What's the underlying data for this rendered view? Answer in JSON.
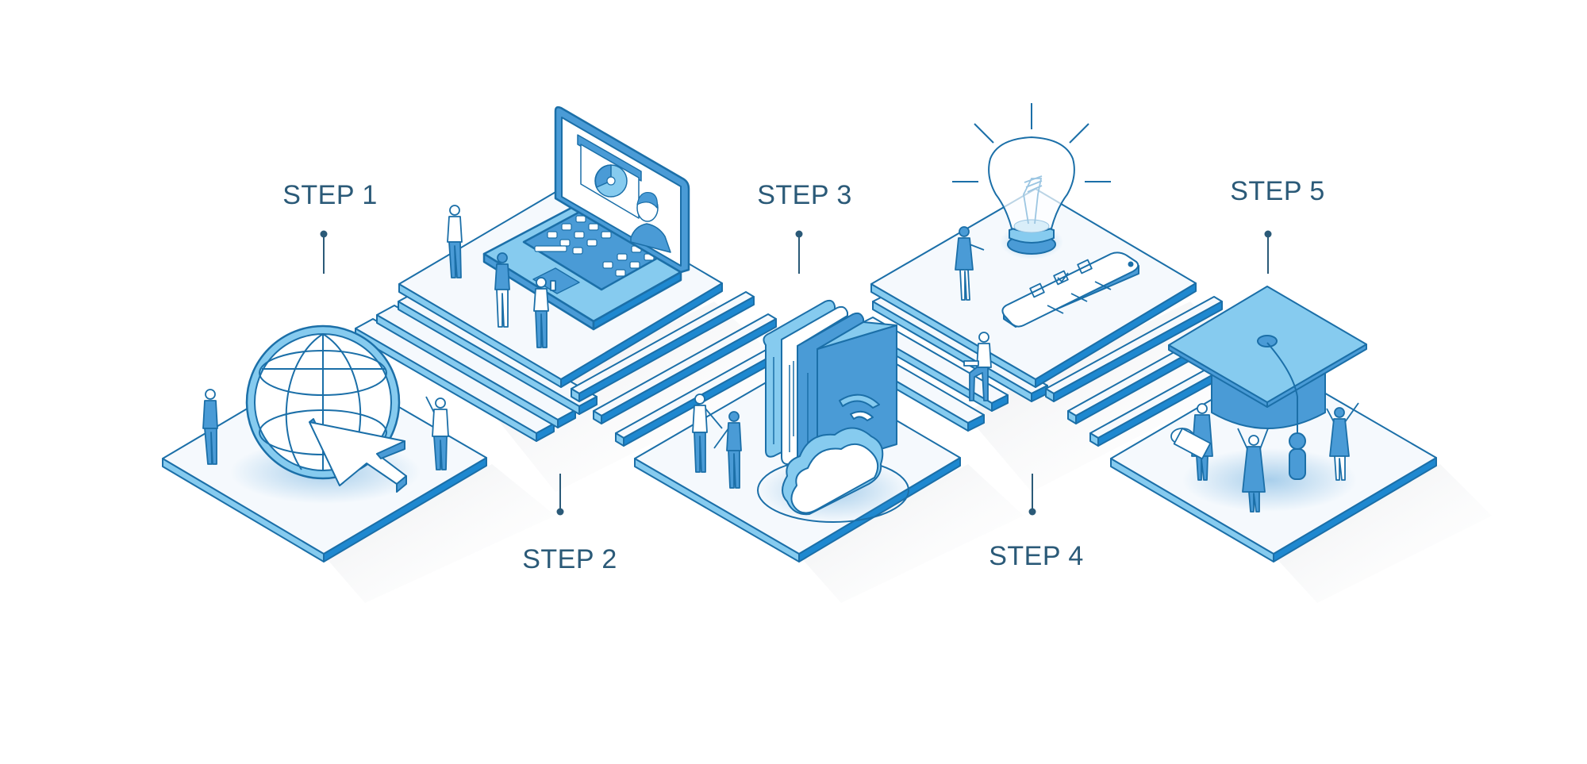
{
  "diagram": {
    "type": "isometric-process-steps",
    "colors": {
      "text": "#2b5a78",
      "outline": "#1b6fa8",
      "edge_blue": "#1e88d0",
      "light_blue": "#86cbef",
      "mid_blue": "#4a9bd6",
      "platform_fill": "#f5f9fd",
      "background": "#ffffff"
    },
    "steps": [
      {
        "label": "STEP 1",
        "illustration": "globe-with-cursor",
        "people_count": 2,
        "position": "low"
      },
      {
        "label": "STEP 2",
        "illustration": "laptop-video-conference",
        "people_count": 3,
        "position": "high"
      },
      {
        "label": "STEP 3",
        "illustration": "books-and-cloud-wifi",
        "people_count": 2,
        "position": "low"
      },
      {
        "label": "STEP 4",
        "illustration": "lightbulb-and-smartphone-checklist",
        "people_count": 2,
        "position": "high"
      },
      {
        "label": "STEP 5",
        "illustration": "graduation-cap",
        "people_count": 3,
        "position": "low"
      }
    ]
  }
}
